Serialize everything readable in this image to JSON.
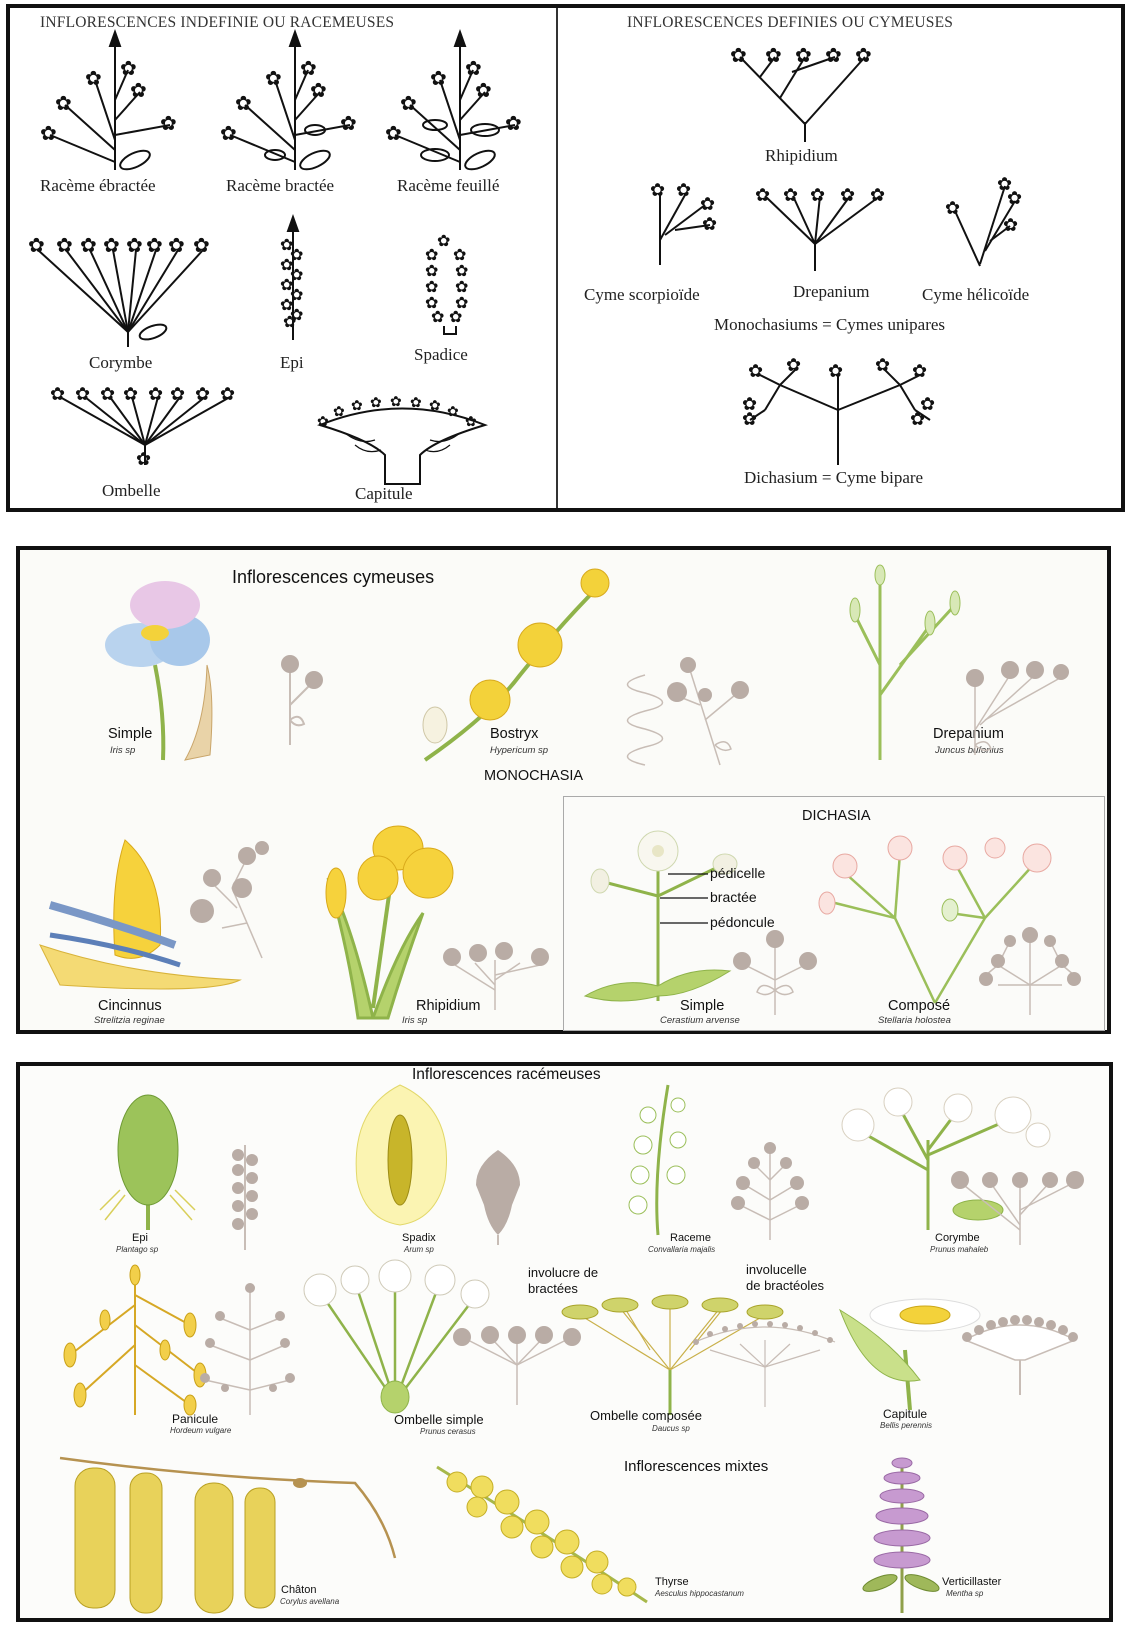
{
  "top_left": {
    "header": "INFLORESCENCES INDEFINIE OU RACEMEUSES",
    "labels": {
      "raceme_ebractee": "Racème ébractée",
      "raceme_bractee": "Racème bractée",
      "raceme_feuille": "Racème feuillé",
      "corymbe": "Corymbe",
      "epi": "Epi",
      "spadice": "Spadice",
      "ombelle": "Ombelle",
      "capitule": "Capitule"
    }
  },
  "top_right": {
    "header": "INFLORESCENCES DEFINIES OU CYMEUSES",
    "labels": {
      "rhipidium": "Rhipidium",
      "cyme_scorpioide": "Cyme scorpioïde",
      "drepanium": "Drepanium",
      "cyme_helicoide": "Cyme hélicoïde",
      "monochasiums": "Monochasiums = Cymes unipares",
      "dichasium": "Dichasium = Cyme bipare"
    }
  },
  "middle": {
    "header": "Inflorescences cymeuses",
    "monochasia": "MONOCHASIA",
    "dichasia": "DICHASIA",
    "items": [
      {
        "name": "Simple",
        "species": "Iris sp"
      },
      {
        "name": "Bostryx",
        "species": "Hypericum sp"
      },
      {
        "name": "Drepanium",
        "species": "Juncus bufonius"
      },
      {
        "name": "Cincinnus",
        "species": "Strelitzia reginae"
      },
      {
        "name": "Rhipidium",
        "species": "Iris sp"
      },
      {
        "name": "Simple",
        "species": "Cerastium arvense"
      },
      {
        "name": "Composé",
        "species": "Stellaria holostea"
      }
    ],
    "annotations": {
      "pedicelle": "pédicelle",
      "bractee": "bractée",
      "pedoncule": "pédoncule"
    }
  },
  "bottom": {
    "header": "Inflorescences racémeuses",
    "mixtes": "Inflorescences mixtes",
    "items": [
      {
        "name": "Epi",
        "species": "Plantago sp"
      },
      {
        "name": "Spadix",
        "species": "Arum sp"
      },
      {
        "name": "Raceme",
        "species": "Convallaria majalis"
      },
      {
        "name": "Corymbe",
        "species": "Prunus mahaleb"
      },
      {
        "name": "Panicule",
        "species": "Hordeum vulgare"
      },
      {
        "name": "Ombelle simple",
        "species": "Prunus cerasus"
      },
      {
        "name": "Ombelle composée",
        "species": "Daucus sp"
      },
      {
        "name": "Capitule",
        "species": "Bellis perennis"
      },
      {
        "name": "Châton",
        "species": "Corylus avellana"
      },
      {
        "name": "Thyrse",
        "species": "Aesculus hippocastanum"
      },
      {
        "name": "Verticillaster",
        "species": "Mentha sp"
      }
    ],
    "annotations": {
      "involucre": "involucre de",
      "involucre2": "bractées",
      "involucelle": "involucelle",
      "involucelle2": "de bractéoles"
    }
  },
  "colors": {
    "border": "#111111",
    "schema_gray": "#b9aca5",
    "flower_yellow": "#f3d23a",
    "stem_green": "#8fb34a"
  }
}
